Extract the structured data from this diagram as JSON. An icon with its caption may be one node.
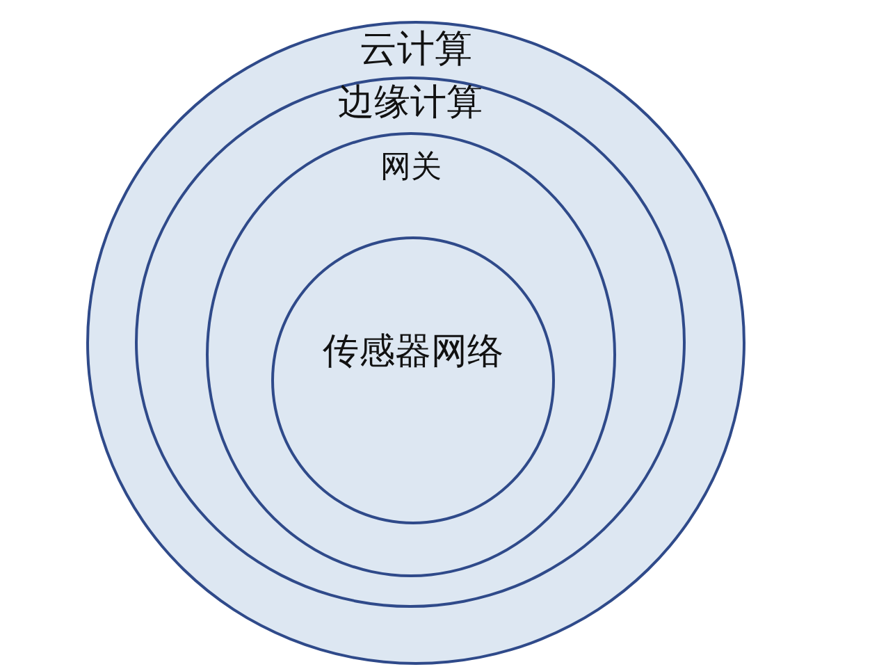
{
  "diagram": {
    "nodes": [
      {
        "text": [
          "云计算"
        ]
      },
      {
        "text": [
          "边缘计算"
        ],
        "in": 0
      },
      {
        "text": [
          "网关"
        ],
        "in": 1
      },
      {
        "text": [
          "传感器网络"
        ],
        "in": 2
      }
    ]
  }
}
